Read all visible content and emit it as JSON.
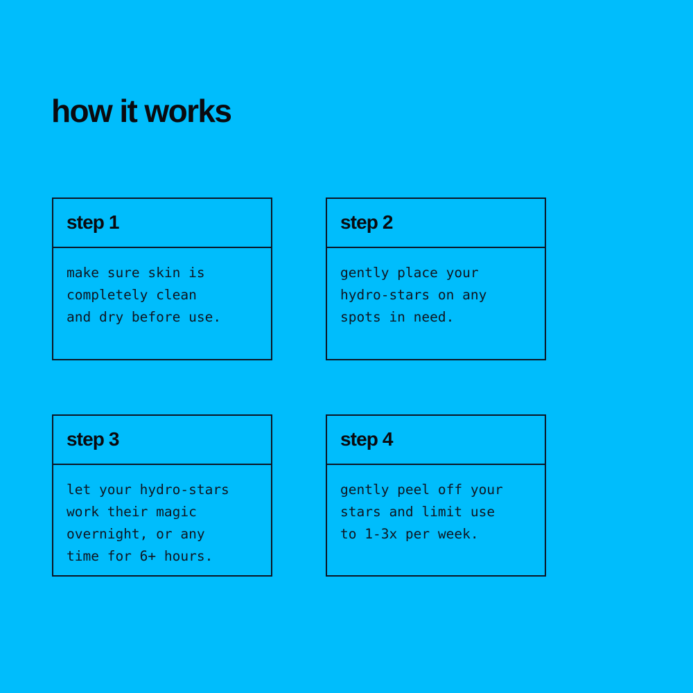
{
  "page": {
    "background_color": "#00bdfc",
    "text_color": "#0a0a0f",
    "border_color": "#0c1524",
    "title": "how it works"
  },
  "cards": [
    {
      "id": "step-1",
      "header": "step 1",
      "lines": [
        "make sure skin is",
        "completely clean",
        "and dry before use."
      ]
    },
    {
      "id": "step-2",
      "header": "step 2",
      "lines": [
        "gently place your",
        "hydro-stars on any",
        "spots in need."
      ]
    },
    {
      "id": "step-3",
      "header": "step 3",
      "lines": [
        "let your hydro-stars",
        "work their magic",
        "overnight, or any",
        "time for 6+ hours."
      ]
    },
    {
      "id": "step-4",
      "header": "step 4",
      "lines": [
        "gently peel off your",
        "stars and limit use",
        "to 1-3x per week."
      ]
    }
  ]
}
